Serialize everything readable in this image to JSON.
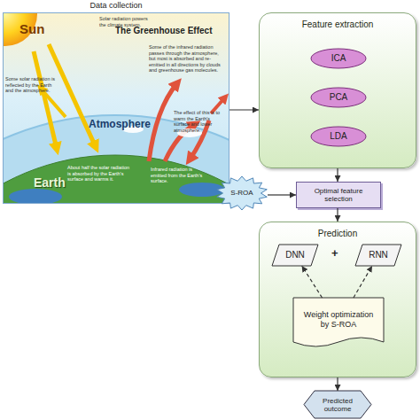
{
  "diagram": {
    "nodes": [
      {
        "text": [
          "Data collection"
        ]
      },
      {
        "text": [
          "Feature extraction"
        ]
      },
      {
        "text": [
          "ICA"
        ],
        "in": 1
      },
      {
        "text": [
          "PCA"
        ],
        "in": 1
      },
      {
        "text": [
          "LDA"
        ],
        "in": 1
      },
      {
        "text": [
          "S-ROA"
        ]
      },
      {
        "text": [
          "Optimal feature selection"
        ]
      },
      {
        "text": [
          "Prediction"
        ]
      },
      {
        "text": [
          "DNN"
        ],
        "in": 7
      },
      {
        "text": [
          "RNN"
        ],
        "in": 7
      },
      {
        "text": [
          "Weight optimization by S-ROA"
        ],
        "in": 7
      },
      {
        "text": [
          "Predicted outcome"
        ]
      }
    ],
    "edges": [
      {
        "from": 0,
        "to": 1,
        "arrow": "to"
      },
      {
        "from": 1,
        "to": 6,
        "arrow": "to"
      },
      {
        "from": 5,
        "to": 6,
        "arrow": "to"
      },
      {
        "from": 6,
        "to": 7,
        "arrow": "to"
      },
      {
        "from": 10,
        "to": 8,
        "arrow": "to"
      },
      {
        "from": 10,
        "to": 9,
        "arrow": "to"
      },
      {
        "from": 7,
        "to": 11,
        "arrow": "to"
      }
    ],
    "labels": [
      "Sun",
      "The Greenhouse Effect",
      "Atmosphere",
      "Earth",
      "Solar radiation powers the climate system.",
      "Some of the infrared radiation passes through the atmosphere, but most is absorbed and re-emitted in all directions by clouds and greenhouse gas molecules.",
      "Some solar radiation is reflected by the Earth and the atmosphere.",
      "The effect of this is to warm the Earth's surface and lower atmosphere.",
      "About half the solar radiation is absorbed by the Earth's surface and warms it.",
      "Infrared radiation is emitted from the Earth's surface.",
      "+"
    ]
  }
}
